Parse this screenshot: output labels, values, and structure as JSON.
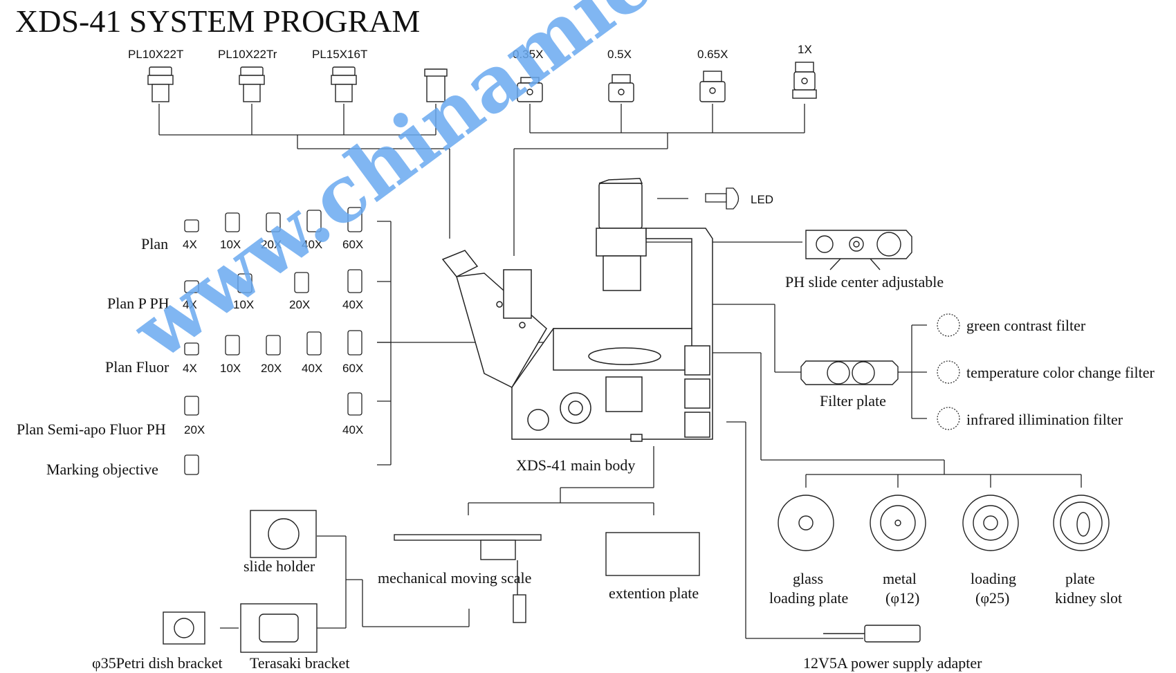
{
  "title": "XDS-41 SYSTEM PROGRAM",
  "eyepieces": [
    "PL10X22T",
    "PL10X22Tr",
    "PL15X16T"
  ],
  "adapters": [
    "0.35X",
    "0.5X",
    "0.65X",
    "1X"
  ],
  "objectives": {
    "plan": {
      "label": "Plan",
      "mags": [
        "4X",
        "10X",
        "20X",
        "40X",
        "60X"
      ]
    },
    "plan_p_ph": {
      "label": "Plan P PH",
      "mags": [
        "4X",
        "10X",
        "20X",
        "40X"
      ]
    },
    "plan_fluor": {
      "label": "Plan Fluor",
      "mags": [
        "4X",
        "10X",
        "20X",
        "40X",
        "60X"
      ]
    },
    "plan_semi_apo": {
      "label": "Plan Semi-apo Fluor PH",
      "mags": [
        "20X",
        "40X"
      ]
    },
    "marking": {
      "label": "Marking objective"
    }
  },
  "led_label": "LED",
  "ph_slide_label": "PH slide center adjustable",
  "filter_plate_label": "Filter plate",
  "filters": [
    "green contrast filter",
    "temperature color change filter",
    "infrared illimination filter"
  ],
  "main_body_label": "XDS-41 main body",
  "stage_accessories": {
    "slide_holder": "slide holder",
    "mechanical_stage": "mechanical moving scale",
    "extension_plate": "extention plate",
    "petri_bracket": "φ35Petri dish bracket",
    "terasaki_bracket": "Terasaki bracket"
  },
  "loading_plates": [
    {
      "line1": "glass",
      "line2": "loading plate"
    },
    {
      "line1": "metal",
      "line2": "(φ12)"
    },
    {
      "line1": "loading",
      "line2": "(φ25)"
    },
    {
      "line1": "plate",
      "line2": "kidney slot"
    }
  ],
  "power_label": "12V5A power supply adapter",
  "watermark": "www.chinamicroscope.com",
  "colors": {
    "watermark": "#6aaaf0",
    "line": "#222222"
  }
}
